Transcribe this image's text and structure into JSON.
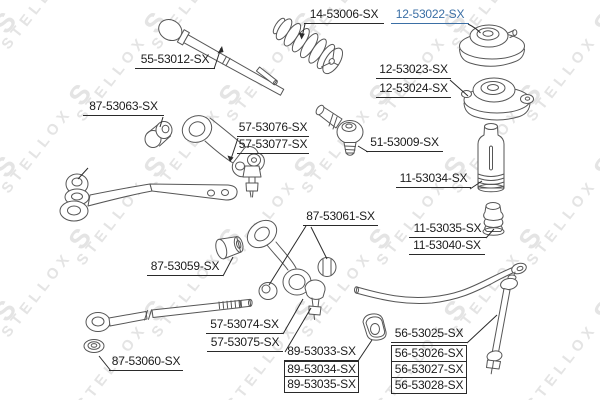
{
  "diagram": {
    "description": "Exploded suspension and steering parts diagram with part-number callouts",
    "watermark_text": "STELLOX",
    "watermark_logo": "S",
    "highlight_color": "#3b6fa5",
    "line_color": "#565656",
    "label_color": "#1c1c1c",
    "highlighted_part": "12-53022-SX",
    "labels": [
      {
        "text": "55-53012-SX",
        "frame": "underline",
        "emphasis": "normal"
      },
      {
        "text": "14-53006-SX",
        "frame": "underline",
        "emphasis": "normal"
      },
      {
        "text": "12-53022-SX",
        "frame": "underline",
        "emphasis": "highlight"
      },
      {
        "text": "12-53023-SX",
        "frame": "underline",
        "emphasis": "normal"
      },
      {
        "text": "12-53024-SX",
        "frame": "underline",
        "emphasis": "normal"
      },
      {
        "text": "87-53063-SX",
        "frame": "underline",
        "emphasis": "normal"
      },
      {
        "text": "57-53076-SX",
        "frame": "underline",
        "emphasis": "normal"
      },
      {
        "text": "57-53077-SX",
        "frame": "underline",
        "emphasis": "normal"
      },
      {
        "text": "51-53009-SX",
        "frame": "underline",
        "emphasis": "normal"
      },
      {
        "text": "11-53034-SX",
        "frame": "underline",
        "emphasis": "normal"
      },
      {
        "text": "87-53061-SX",
        "frame": "underline",
        "emphasis": "normal"
      },
      {
        "text": "11-53035-SX",
        "frame": "underline",
        "emphasis": "normal"
      },
      {
        "text": "11-53040-SX",
        "frame": "underline",
        "emphasis": "normal"
      },
      {
        "text": "87-53059-SX",
        "frame": "underline",
        "emphasis": "normal"
      },
      {
        "text": "57-53074-SX",
        "frame": "underline",
        "emphasis": "normal"
      },
      {
        "text": "57-53075-SX",
        "frame": "underline",
        "emphasis": "normal"
      },
      {
        "text": "87-53060-SX",
        "frame": "underline",
        "emphasis": "normal"
      },
      {
        "text": "89-53033-SX",
        "frame": "underline",
        "emphasis": "normal"
      },
      {
        "text": "89-53034-SX",
        "frame": "box",
        "emphasis": "normal"
      },
      {
        "text": "89-53035-SX",
        "frame": "box",
        "emphasis": "normal"
      },
      {
        "text": "56-53025-SX",
        "frame": "underline",
        "emphasis": "normal"
      },
      {
        "text": "56-53026-SX",
        "frame": "box",
        "emphasis": "normal"
      },
      {
        "text": "56-53027-SX",
        "frame": "box",
        "emphasis": "normal"
      },
      {
        "text": "56-53028-SX",
        "frame": "box",
        "emphasis": "normal"
      }
    ]
  }
}
